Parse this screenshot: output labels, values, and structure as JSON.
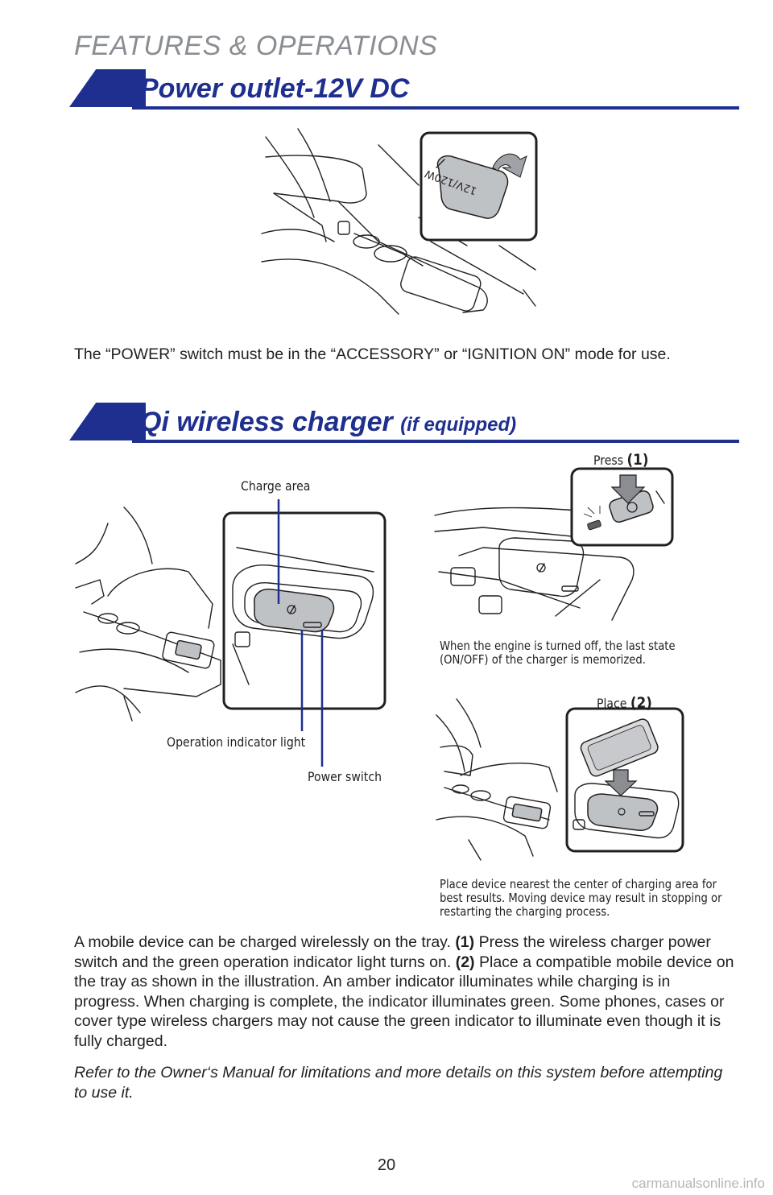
{
  "header": {
    "section": "FEATURES & OPERATIONS"
  },
  "power_outlet": {
    "title": "Power outlet-12V DC",
    "cover_label": "12V/120W",
    "description": "The “POWER” switch must be in the “ACCESSORY” or “IGNITION ON” mode for use."
  },
  "qi_charger": {
    "title": "Qi wireless charger",
    "title_suffix": "(if equipped)",
    "labels": {
      "charge_area": "Charge area",
      "operation_light": "Operation indicator light",
      "power_switch": "Power switch",
      "press": "Press",
      "press_step": "(1)",
      "place": "Place",
      "place_step": "(2)"
    },
    "captions": {
      "memorized": "When the engine is turned off, the last state (ON/OFF) of the charger is memorized.",
      "placement": "Place device nearest the center of charging area for best results. Moving device may result in stopping or restarting the charging process."
    },
    "paragraph": {
      "intro": "A mobile device can be charged wirelessly on the tray.",
      "step1_num": "(1)",
      "step1": "Press the wireless charger power switch and the green operation indicator light turns on.",
      "step2_num": "(2)",
      "step2": "Place a compatible mobile device on the tray as shown in the illustration. An amber indicator illuminates while charging is in progress. When charging is complete, the indicator illuminates green. Some phones, cases or cover type wireless chargers may not cause the green indicator to illuminate even though it is fully charged."
    },
    "note": "Refer to the Owner‘s Manual for limitations and more details on this system before attempting to use it."
  },
  "footer": {
    "page_number": "20",
    "watermark": "carmanualsonline.info"
  },
  "colors": {
    "accent_blue": "#1f2f8f",
    "header_grey": "#8a8d92",
    "panel_grey": "#bfc2c5"
  }
}
